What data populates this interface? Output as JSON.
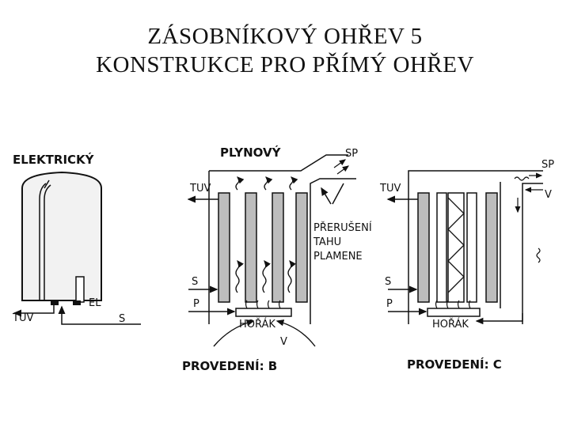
{
  "title": {
    "line1": "ZÁSOBNÍKOVÝ OHŘEV 5",
    "line2": "KONSTRUKCE PRO PŘÍMÝ OHŘEV"
  },
  "electric": {
    "heading": "ELEKTRICKÝ",
    "tuv": "TUV",
    "el": "EL",
    "s": "S"
  },
  "gas_b": {
    "heading": "PLYNOVÝ",
    "sp": "SP",
    "tuv": "TUV",
    "s": "S",
    "p": "P",
    "burner": "HOŘÁK",
    "v": "V",
    "note": [
      "PŘERUŠENÍ",
      "TAHU",
      "PLAMENE"
    ],
    "caption": "PROVEDENÍ:  B"
  },
  "gas_c": {
    "sp": "SP",
    "v": "V",
    "tuv": "TUV",
    "s": "S",
    "p": "P",
    "burner": "HOŘÁK",
    "caption": "PROVEDENÍ:  C"
  },
  "colors": {
    "ink": "#111111",
    "fill_grey": "#bdbdbd"
  }
}
